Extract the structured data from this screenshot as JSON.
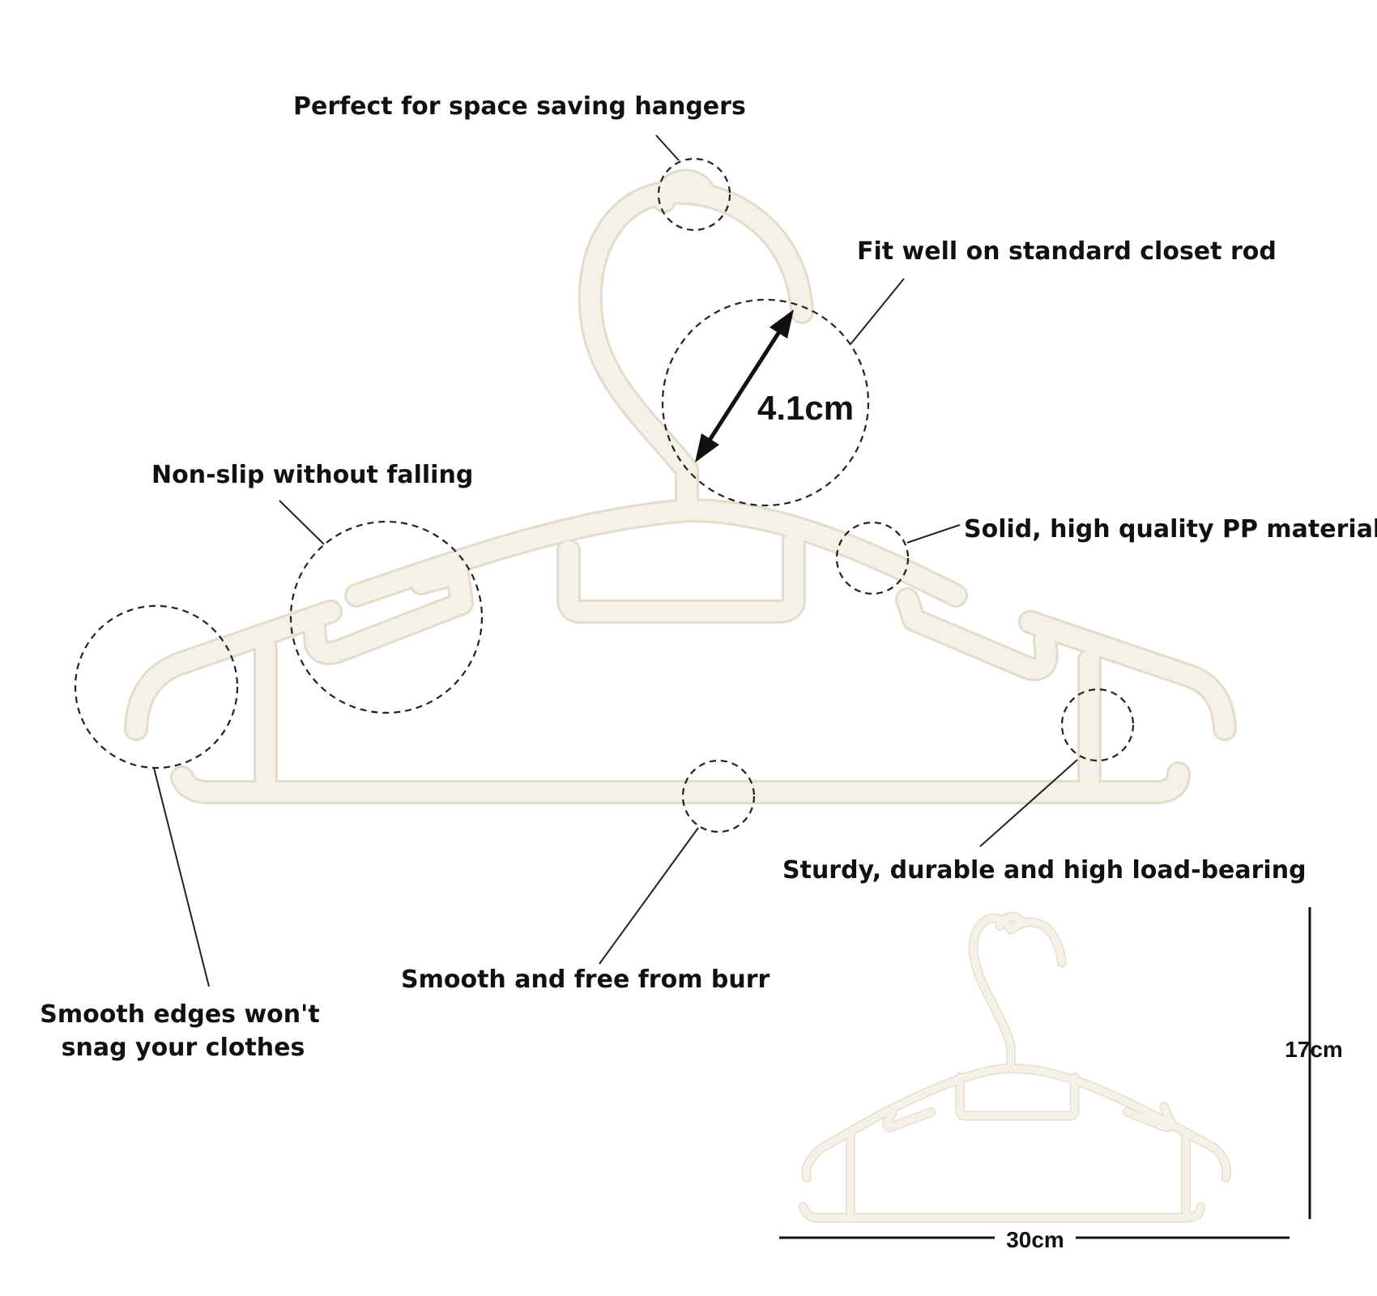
{
  "labels": {
    "space_saving": "Perfect for space saving hangers",
    "closet_rod": "Fit well on standard closet rod",
    "non_slip": "Non-slip without falling",
    "pp_material": "Solid, high quality PP material",
    "load_bearing": "Sturdy, durable and high load-bearing",
    "smooth_burr": "Smooth and free from burr",
    "smooth_edges_line1": "Smooth edges won't",
    "smooth_edges_line2": "snag your clothes"
  },
  "dimensions": {
    "hook_opening": "4.1cm",
    "height": "17cm",
    "width": "30cm"
  },
  "colors": {
    "hanger_fill": "#f5f1e6",
    "hanger_edge": "#e2dccb",
    "ink": "#111111"
  }
}
